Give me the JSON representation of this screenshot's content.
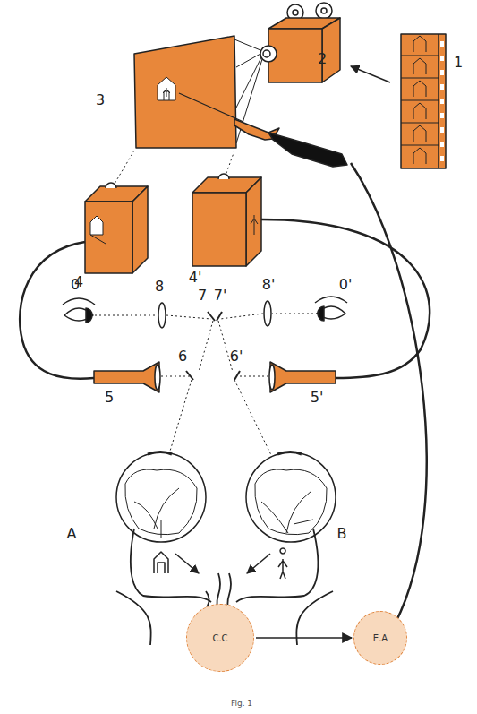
{
  "diagram": {
    "caption": "Fig. 1",
    "nodes": [
      {
        "text": [
          "C.C"
        ]
      },
      {
        "text": [
          "E.A"
        ]
      }
    ],
    "edges": [
      {
        "from": 0,
        "to": 1,
        "arrow": "to"
      }
    ],
    "labels": [
      "1",
      "2",
      "3",
      "4",
      "4'",
      "0",
      "0'",
      "8",
      "8'",
      "7",
      "7'",
      "6",
      "6'",
      "5",
      "5'",
      "A",
      "B"
    ]
  }
}
